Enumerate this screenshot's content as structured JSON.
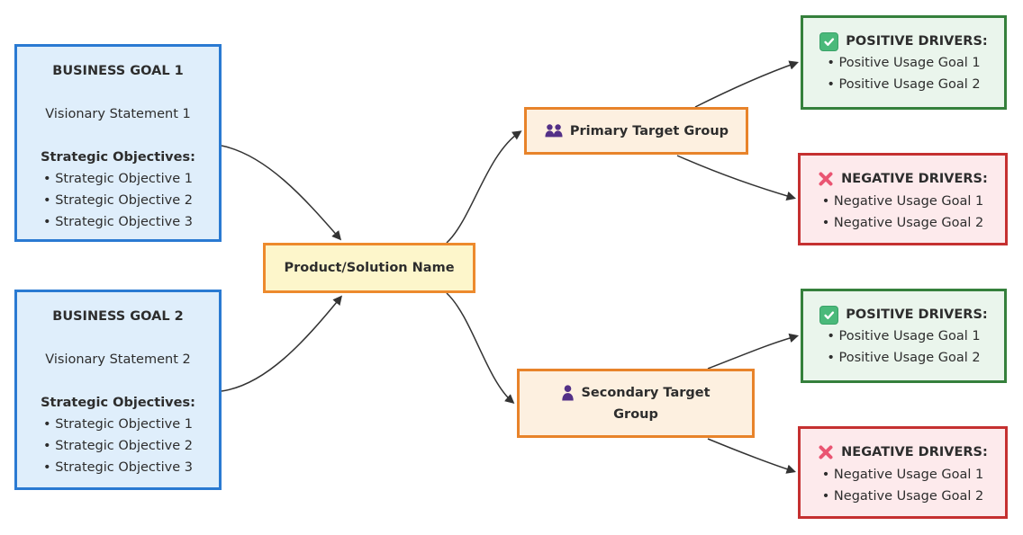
{
  "diagram_type": "flowchart",
  "colors": {
    "goal_fill": "#dfeefb",
    "goal_border": "#2a7ad2",
    "product_fill": "#fdf6cb",
    "product_border": "#ed8a2d",
    "target_fill": "#fdf0e0",
    "target_border": "#e8832a",
    "positive_fill": "#eaf5ec",
    "positive_border": "#35803c",
    "negative_fill": "#fdeaec",
    "negative_border": "#c53030",
    "edge": "#333333",
    "text": "#2d2d2d",
    "check_icon": "#4ab97a",
    "x_icon": "#ea5572",
    "person_icon": "#533087"
  },
  "nodes": {
    "goal1": {
      "title": "BUSINESS GOAL 1",
      "vision": "Visionary Statement 1",
      "objectives_heading": "Strategic Objectives:",
      "objectives": [
        "Strategic Objective 1",
        "Strategic Objective 2",
        "Strategic Objective 3"
      ]
    },
    "goal2": {
      "title": "BUSINESS GOAL 2",
      "vision": "Visionary Statement 2",
      "objectives_heading": "Strategic Objectives:",
      "objectives": [
        "Strategic Objective 1",
        "Strategic Objective 2",
        "Strategic Objective 3"
      ]
    },
    "product": {
      "label": "Product/Solution Name"
    },
    "primary": {
      "label": "Primary Target Group",
      "icon": "people-icon"
    },
    "secondary": {
      "label_line1": "Secondary Target",
      "label_line2": "Group",
      "icon": "person-icon"
    },
    "primary_positive": {
      "heading": "POSITIVE DRIVERS:",
      "icon": "check-icon",
      "items": [
        "Positive Usage Goal 1",
        "Positive Usage Goal 2"
      ]
    },
    "primary_negative": {
      "heading": "NEGATIVE DRIVERS:",
      "icon": "x-icon",
      "items": [
        "Negative Usage Goal 1",
        "Negative Usage Goal 2"
      ]
    },
    "secondary_positive": {
      "heading": "POSITIVE DRIVERS:",
      "icon": "check-icon",
      "items": [
        "Positive Usage Goal 1",
        "Positive Usage Goal 2"
      ]
    },
    "secondary_negative": {
      "heading": "NEGATIVE DRIVERS:",
      "icon": "x-icon",
      "items": [
        "Negative Usage Goal 1",
        "Negative Usage Goal 2"
      ]
    }
  },
  "edges": [
    "goal1 -> product",
    "goal2 -> product",
    "product -> primary",
    "product -> secondary",
    "primary -> primary_positive",
    "primary -> primary_negative",
    "secondary -> secondary_positive",
    "secondary -> secondary_negative"
  ]
}
